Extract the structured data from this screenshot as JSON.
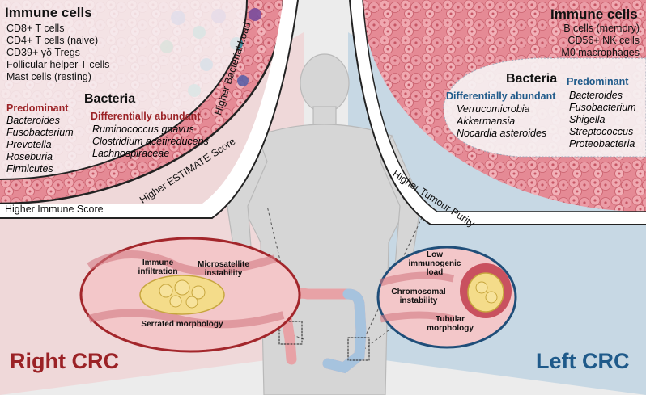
{
  "left_panel": {
    "immune_title": "Immune cells",
    "immune_items": [
      "CD8+ T cells",
      "CD4+ T cells (naive)",
      "CD39+ γδ Tregs",
      "Follicular helper T cells",
      "Mast cells (resting)"
    ],
    "bacteria_title": "Bacteria",
    "predominant_label": "Predominant",
    "predominant_items": [
      "Bacteroides",
      "Fusobacterium",
      "Prevotella",
      "Roseburia",
      "Firmicutes"
    ],
    "diff_label": "Differentially abundant",
    "diff_items": [
      "Ruminococcus gnavus",
      "Clostridium acetireducens",
      "Lachnospiraceae"
    ],
    "arc_bacterial_load": "Higher Bacterial Load",
    "arc_estimate": "Higher ESTIMATE Score",
    "band_immune_score": "Higher Immune Score",
    "crc_label": "Right CRC",
    "oval_labels": [
      "Immune infiltration",
      "Microsatellite instability",
      "Serrated morphology"
    ]
  },
  "right_panel": {
    "immune_title": "Immune cells",
    "immune_items": [
      "B cells (memory)",
      "CD56+ NK cells",
      "M0 macrophages"
    ],
    "bacteria_title": "Bacteria",
    "predominant_label": "Predominant",
    "predominant_items": [
      "Bacteroides",
      "Fusobacterium",
      "Shigella",
      "Streptococcus",
      "Proteobacteria"
    ],
    "diff_label": "Differentially abundant",
    "diff_items": [
      "Verrucomicrobia",
      "Akkermansia",
      "Nocardia asteroides"
    ],
    "band_tumour_purity": "Higher Tumour Purity",
    "crc_label": "Left CRC",
    "oval_labels": [
      "Low immunogenic load",
      "Chromosomal instability",
      "Tubular morphology"
    ]
  },
  "colors": {
    "right_crc": "#9b2226",
    "left_crc": "#1f5a8a",
    "tissue_pink": "#e7909a",
    "panel_white": "#f7f2f3"
  }
}
